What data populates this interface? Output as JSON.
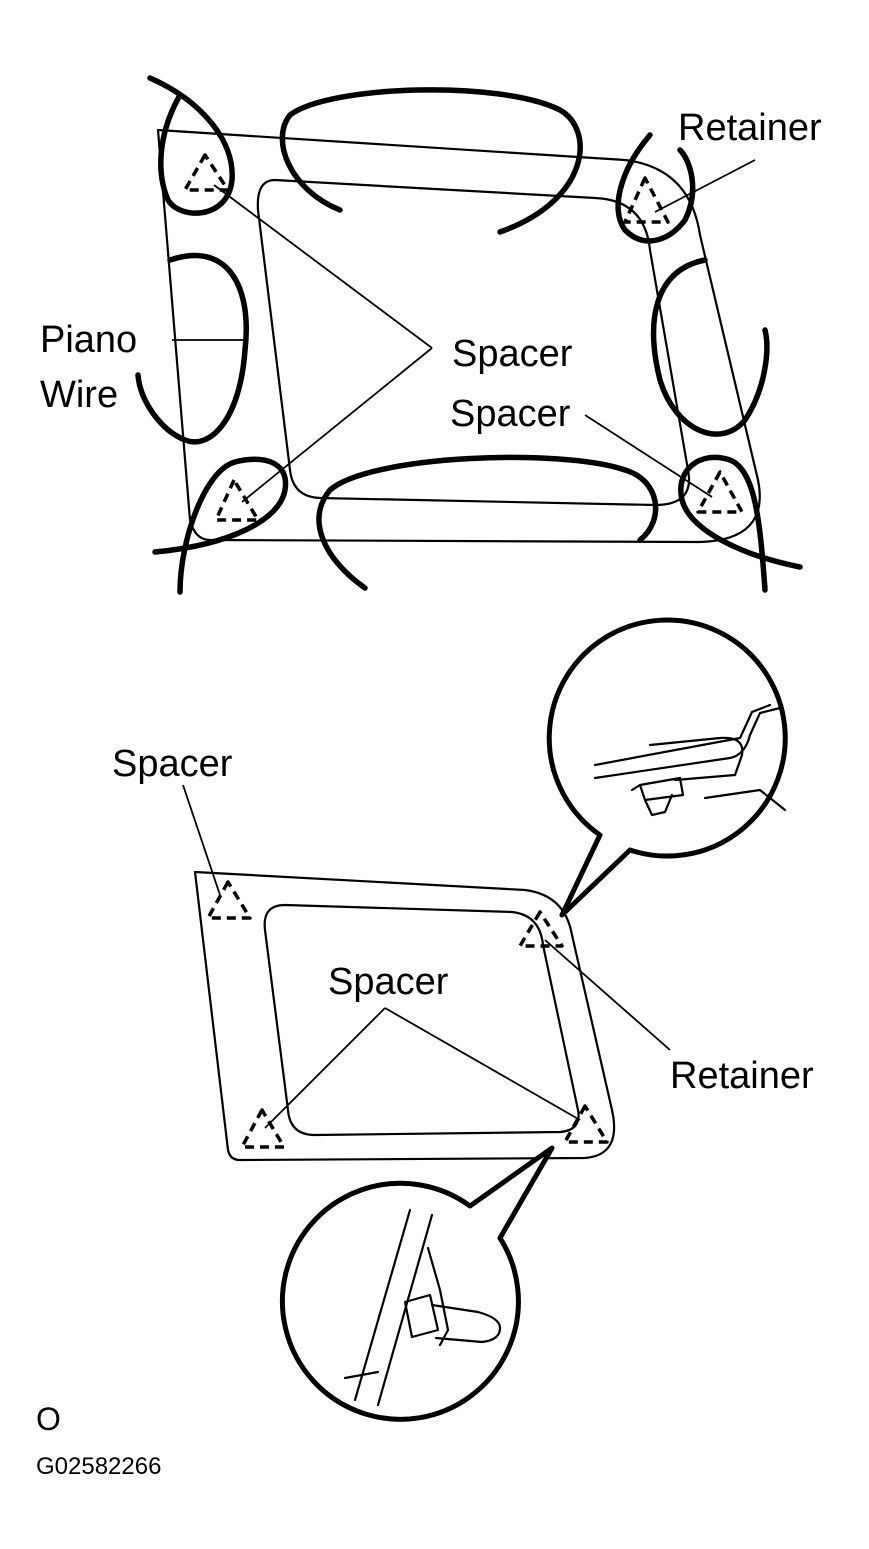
{
  "labels": {
    "top_retainer": "Retainer",
    "piano_wire_line1": "Piano",
    "piano_wire_line2": "Wire",
    "top_spacer_main": "Spacer",
    "top_spacer_right": "Spacer",
    "bottom_spacer_topleft": "Spacer",
    "bottom_spacer_center": "Spacer",
    "bottom_retainer": "Retainer"
  },
  "footer": {
    "mark": "O",
    "figure_code": "G02582266"
  }
}
